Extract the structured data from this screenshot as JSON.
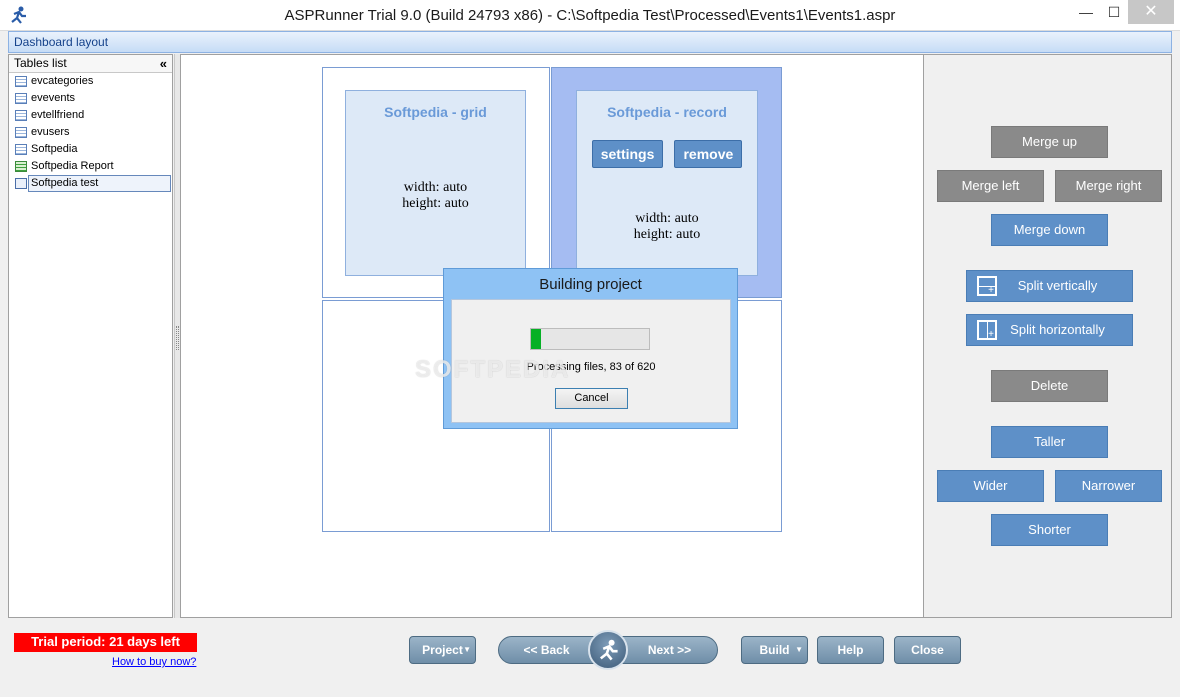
{
  "window": {
    "title": "ASPRunner Trial 9.0 (Build 24793 x86) - C:\\Softpedia Test\\Processed\\Events1\\Events1.aspr",
    "minimize": "—",
    "maximize": "☐",
    "close": "✕"
  },
  "dashboard_header": "Dashboard layout",
  "tables_list": {
    "title": "Tables list",
    "collapse": "«",
    "items": [
      {
        "label": "evcategories",
        "icon": "table-icon"
      },
      {
        "label": "evevents",
        "icon": "table-icon"
      },
      {
        "label": "evtellfriend",
        "icon": "table-icon"
      },
      {
        "label": "evusers",
        "icon": "table-icon"
      },
      {
        "label": "Softpedia",
        "icon": "table-icon"
      },
      {
        "label": "Softpedia Report",
        "icon": "report-icon"
      },
      {
        "label": "Softpedia test",
        "icon": "dashboard-icon",
        "selected": true
      }
    ]
  },
  "layout": {
    "grid_widget": {
      "title": "Softpedia - grid",
      "width": "width: auto",
      "height": "height: auto"
    },
    "record_widget": {
      "title": "Softpedia - record",
      "settings": "settings",
      "remove": "remove",
      "width": "width: auto",
      "height": "height: auto"
    }
  },
  "modal": {
    "title": "Building project",
    "progress_fraction": 0.083,
    "status": "Processing files, 83 of 620",
    "cancel": "Cancel"
  },
  "watermark": "SOFTPEDIA",
  "actions": {
    "merge_up": "Merge up",
    "merge_left": "Merge left",
    "merge_right": "Merge right",
    "merge_down": "Merge down",
    "split_vertically": "Split vertically",
    "split_horizontally": "Split horizontally",
    "delete": "Delete",
    "taller": "Taller",
    "wider": "Wider",
    "narrower": "Narrower",
    "shorter": "Shorter"
  },
  "footer": {
    "trial": "Trial period: 21 days left",
    "buy_link": "How to buy now?",
    "project": "Project",
    "back": "<< Back",
    "next": "Next >>",
    "build": "Build",
    "help": "Help",
    "close": "Close"
  },
  "colors": {
    "accent": "#5e90c8",
    "disabled": "#8a8a8a",
    "selected_cell": "#a5bcf2",
    "modal_frame": "#8ec2f4",
    "progress": "#06b025",
    "trial_bg": "#ff0000"
  }
}
